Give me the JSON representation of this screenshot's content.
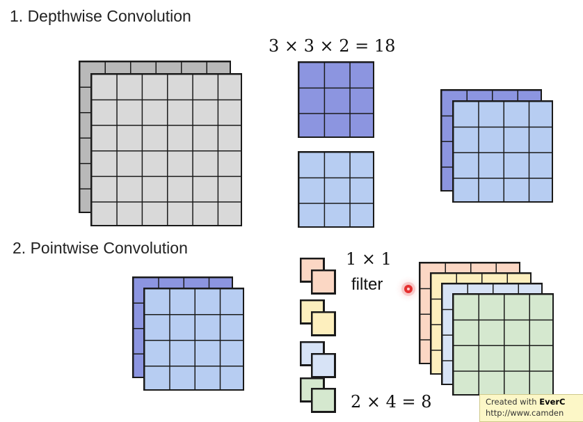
{
  "section1": {
    "title": "1. Depthwise Convolution",
    "formula": "3 × 3 × 2 = 18"
  },
  "section2": {
    "title": "2. Pointwise Convolution",
    "filter_size": "1 × 1",
    "filter_label": "filter",
    "formula": "2 × 4 = 8"
  },
  "watermark": {
    "line1_prefix": "Created with ",
    "line1_brand": "EverC",
    "line2": "http://www.camden"
  },
  "colors": {
    "gray_back": "#b9b9b9",
    "gray_front": "#d9d9d9",
    "blue_dark": "#8c95e0",
    "blue_light": "#b7cdf2",
    "peach": "#fbd7c4",
    "yellow": "#fdefbe",
    "pale_blue": "#d7e3f6",
    "green": "#d5e8cf"
  }
}
